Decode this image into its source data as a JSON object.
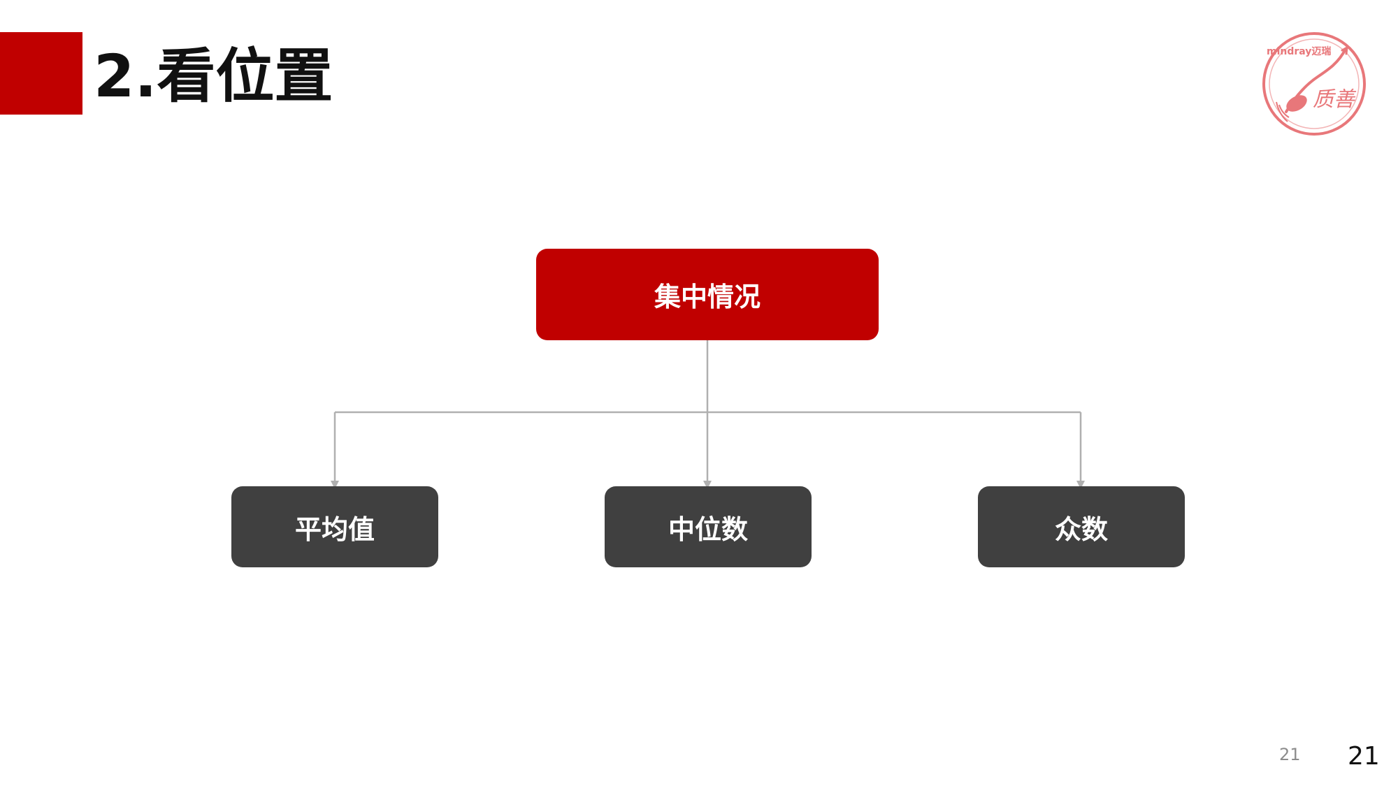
{
  "slide": {
    "title": "2.看位置",
    "page_number_small": "21",
    "page_number": "21"
  },
  "logo": {
    "brand_text": "mindray迈瑞",
    "motto_text": "质善",
    "color": "#e8777a"
  },
  "diagram": {
    "root": {
      "label": "集中情况",
      "color": "#c00000"
    },
    "children": [
      {
        "label": "平均值",
        "color": "#404040"
      },
      {
        "label": "中位数",
        "color": "#404040"
      },
      {
        "label": "众数",
        "color": "#404040"
      }
    ],
    "connector_color": "#b0b0b0"
  },
  "colors": {
    "accent": "#c00000",
    "node_dark": "#404040",
    "title_text": "#111111"
  }
}
